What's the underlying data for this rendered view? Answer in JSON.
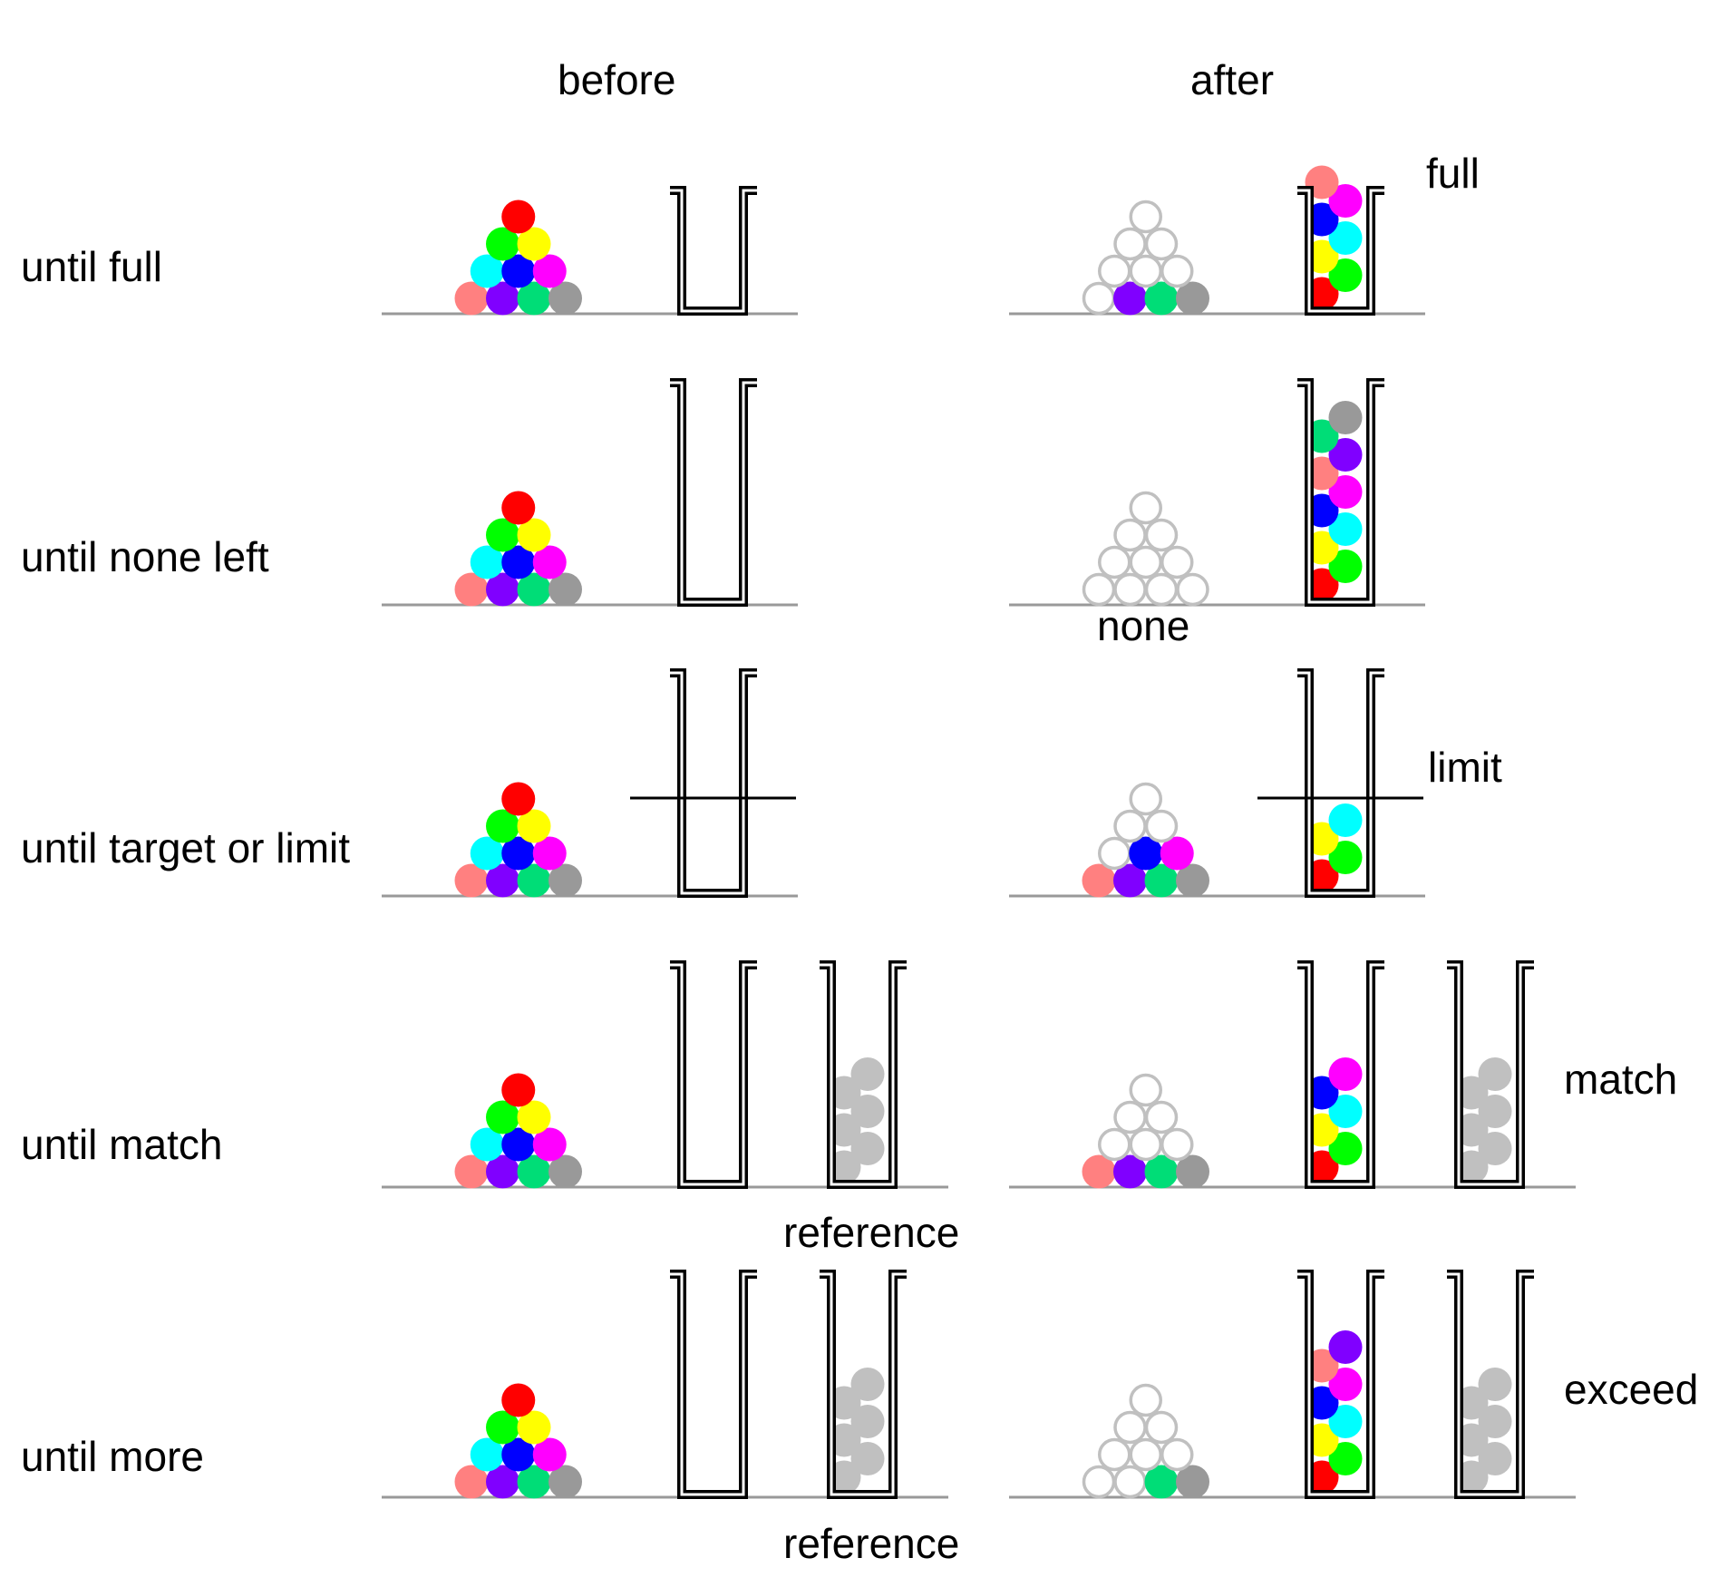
{
  "headers": {
    "before": "before",
    "after": "after"
  },
  "palette": {
    "red": "#ff0000",
    "green": "#00ff00",
    "yellow": "#ffff00",
    "cyan": "#00ffff",
    "blue": "#0000ff",
    "magenta": "#ff00ff",
    "salmon": "#ff8080",
    "purple": "#8000ff",
    "teal": "#00dd77",
    "gray": "#999999",
    "reference": "#c0c0c0",
    "empty_stroke": "#c0c0c0",
    "ground": "#999999"
  },
  "full_pyramid": [
    [
      "salmon",
      "purple",
      "teal",
      "gray"
    ],
    [
      "cyan",
      "blue",
      "magenta"
    ],
    [
      "green",
      "yellow"
    ],
    [
      "red"
    ]
  ],
  "rows": [
    {
      "label": "until full",
      "before": {
        "cup_balls": [],
        "has_limit": false,
        "reference": null
      },
      "after": {
        "pyramid": [
          [
            null,
            "purple",
            "teal",
            "gray"
          ],
          [
            null,
            null,
            null
          ],
          [
            null,
            null
          ],
          [
            null
          ]
        ],
        "cup_balls": [
          "red",
          "green",
          "yellow",
          "cyan",
          "blue",
          "magenta",
          "salmon"
        ],
        "has_limit": false,
        "reference": null
      },
      "note": "full",
      "reference_label": null
    },
    {
      "label": "until none left",
      "before": {
        "cup_balls": [],
        "has_limit": false,
        "reference": null
      },
      "after": {
        "pyramid": [
          [
            null,
            null,
            null,
            null
          ],
          [
            null,
            null,
            null
          ],
          [
            null,
            null
          ],
          [
            null
          ]
        ],
        "cup_balls": [
          "red",
          "green",
          "yellow",
          "cyan",
          "blue",
          "magenta",
          "salmon",
          "purple",
          "teal",
          "gray"
        ],
        "has_limit": false,
        "reference": null
      },
      "note": "none",
      "reference_label": null
    },
    {
      "label": "until target or limit",
      "before": {
        "cup_balls": [],
        "has_limit": true,
        "reference": null
      },
      "after": {
        "pyramid": [
          [
            "salmon",
            "purple",
            "teal",
            "gray"
          ],
          [
            null,
            "blue",
            "magenta"
          ],
          [
            null,
            null
          ],
          [
            null
          ]
        ],
        "cup_balls": [
          "red",
          "green",
          "yellow",
          "cyan"
        ],
        "has_limit": true,
        "reference": null
      },
      "note": "limit",
      "reference_label": null
    },
    {
      "label": "until match",
      "before": {
        "cup_balls": [],
        "has_limit": false,
        "reference": 6
      },
      "after": {
        "pyramid": [
          [
            "salmon",
            "purple",
            "teal",
            "gray"
          ],
          [
            null,
            null,
            null
          ],
          [
            null,
            null
          ],
          [
            null
          ]
        ],
        "cup_balls": [
          "red",
          "green",
          "yellow",
          "cyan",
          "blue",
          "magenta"
        ],
        "has_limit": false,
        "reference": 6
      },
      "note": "match",
      "reference_label": "reference"
    },
    {
      "label": "until more",
      "before": {
        "cup_balls": [],
        "has_limit": false,
        "reference": 6
      },
      "after": {
        "pyramid": [
          [
            null,
            null,
            "teal",
            "gray"
          ],
          [
            null,
            null,
            null
          ],
          [
            null,
            null
          ],
          [
            null
          ]
        ],
        "cup_balls": [
          "red",
          "green",
          "yellow",
          "cyan",
          "blue",
          "magenta",
          "salmon",
          "purple"
        ],
        "has_limit": false,
        "reference": 6
      },
      "note": "exceed",
      "reference_label": "reference"
    }
  ]
}
